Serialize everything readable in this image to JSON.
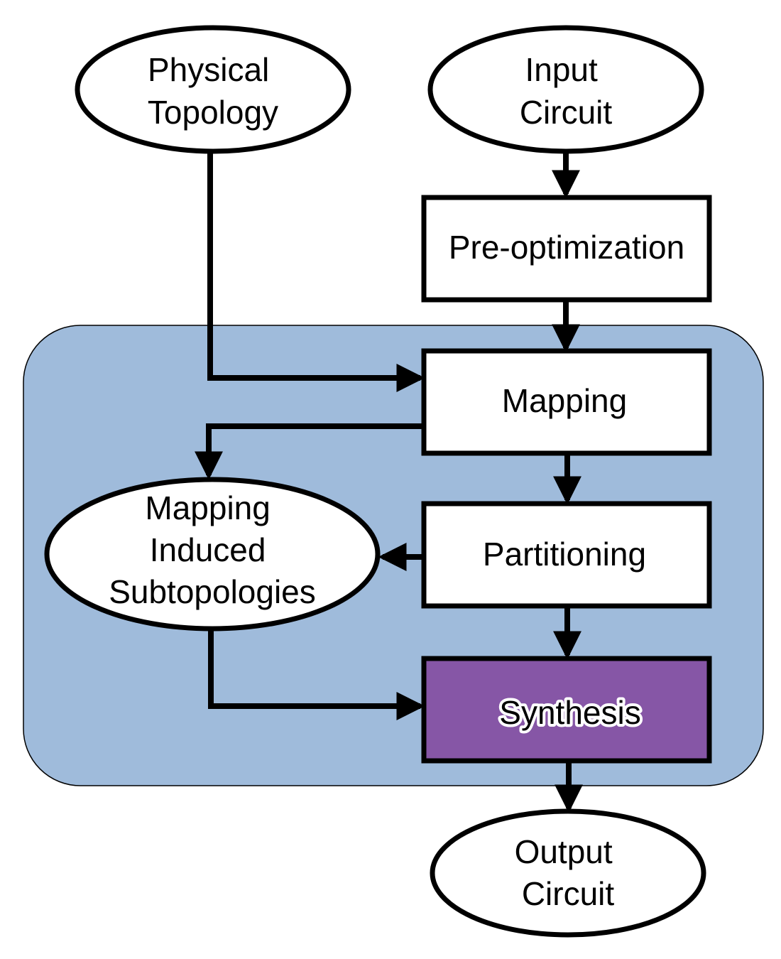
{
  "diagram": {
    "colors": {
      "region_fill": "#9fbbdb",
      "node_fill": "#ffffff",
      "highlight_fill": "#8656a6",
      "stroke": "#000000"
    },
    "nodes": {
      "physical_topology": {
        "lines": [
          "Physical",
          "Topology"
        ],
        "shape": "ellipse"
      },
      "input_circuit": {
        "lines": [
          "Input",
          "Circuit"
        ],
        "shape": "ellipse"
      },
      "pre_optimization": {
        "lines": [
          "Pre-optimization"
        ],
        "shape": "rectangle"
      },
      "mapping": {
        "lines": [
          "Mapping"
        ],
        "shape": "rectangle"
      },
      "mapping_induced_subtopologies": {
        "lines": [
          "Mapping",
          "Induced",
          "Subtopologies"
        ],
        "shape": "ellipse"
      },
      "partitioning": {
        "lines": [
          "Partitioning"
        ],
        "shape": "rectangle"
      },
      "synthesis": {
        "lines": [
          "Synthesis"
        ],
        "shape": "rectangle",
        "highlighted": true
      },
      "output_circuit": {
        "lines": [
          "Output",
          "Circuit"
        ],
        "shape": "ellipse"
      }
    },
    "edges": [
      {
        "from": "physical_topology",
        "to": "mapping"
      },
      {
        "from": "input_circuit",
        "to": "pre_optimization"
      },
      {
        "from": "pre_optimization",
        "to": "mapping"
      },
      {
        "from": "mapping",
        "to": "mapping_induced_subtopologies"
      },
      {
        "from": "mapping",
        "to": "partitioning"
      },
      {
        "from": "partitioning",
        "to": "mapping_induced_subtopologies"
      },
      {
        "from": "mapping_induced_subtopologies",
        "to": "synthesis"
      },
      {
        "from": "partitioning",
        "to": "synthesis"
      },
      {
        "from": "synthesis",
        "to": "output_circuit"
      }
    ]
  }
}
